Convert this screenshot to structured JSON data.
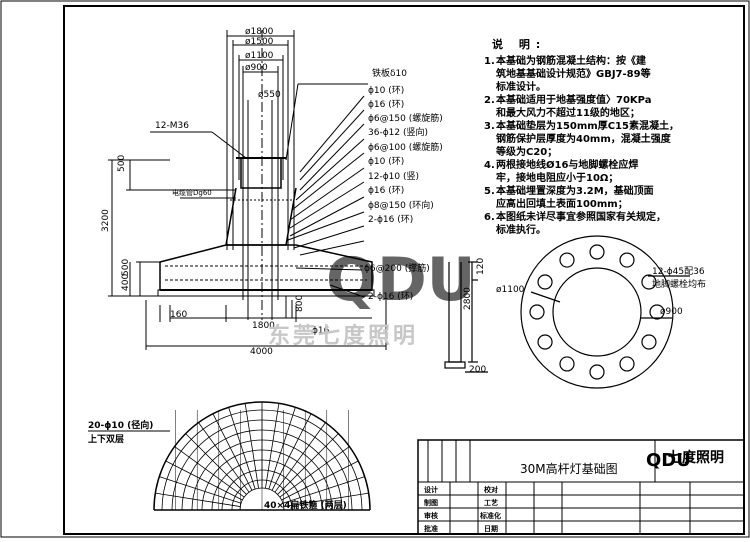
{
  "notes": {
    "title": "说 明:",
    "items": [
      {
        "num": "1.",
        "lines": [
          "本基础为钢筋混凝土结构：按《建",
          "筑地基基础设计规范》GBJ7-89等",
          "标准设计。"
        ]
      },
      {
        "num": "2.",
        "lines": [
          "本基础适用于地基强度值〉70KPa",
          "和最大风力不超过11级的地区；"
        ]
      },
      {
        "num": "3.",
        "lines": [
          "本基础垫层为150mm厚C15素混凝土，",
          "钢筋保护层厚度为40mm，混凝土强度",
          "等级为C20；"
        ]
      },
      {
        "num": "4.",
        "lines": [
          "两根接地线Ø16与地脚螺栓应焊",
          "牢，接地电阻应小于10Ω；"
        ]
      },
      {
        "num": "5.",
        "lines": [
          "本基础埋置深度为3.2M，基础顶面",
          "应高出回填土表面100mm；"
        ]
      },
      {
        "num": "6.",
        "lines": [
          "本图纸未详尽事宜参照国家有关规定，",
          "标准执行。"
        ]
      }
    ]
  },
  "section": {
    "top_dims": [
      "ø1800",
      "ø1500",
      "ø1100",
      "ø900"
    ],
    "d550": "ø550",
    "plate": "铁板δ10",
    "rebar": [
      "ϕ10 (环)",
      "ϕ16 (环)",
      "ϕ6@150 (螺旋筋)",
      "36-ϕ12 (竖向)",
      "ϕ6@100 (螺旋筋)",
      "ϕ10 (环)",
      "12-ϕ10 (竖)",
      "ϕ16 (环)",
      "ϕ8@150 (环向)",
      "2-ϕ16 (环)"
    ],
    "rebar_bottom": [
      "ϕ6@200 (撑筋)",
      "2-ϕ16 (环)"
    ],
    "bolt": "12-M36",
    "pipe": "电缆管Dg60",
    "dim_500": "500",
    "dim_3200": "3200",
    "dim_400": "400",
    "dim_500b": "500",
    "dim_160": "160",
    "dim_1800": "1800",
    "dim_4000": "4000",
    "dim_800": "800",
    "phi16": "ϕ16"
  },
  "side": {
    "dim_120": "120",
    "dim_2800": "2800",
    "dim_200": "200"
  },
  "plan": {
    "d1100": "ø1100",
    "d900": "ø900",
    "bolts": "12-ϕ45配36",
    "bolts2": "地脚螺栓均布"
  },
  "half_plan": {
    "rebar": "20-ϕ10 (径向)",
    "rebar2": "上下双层",
    "plate": "40×4扁铁箍 (两层)"
  },
  "title_block": {
    "drawing_title": "30M高杆灯基础图",
    "brand": "七度照明",
    "logo": "QDU",
    "rows": [
      "设计",
      "制图",
      "审核",
      "批准"
    ],
    "rows2": [
      "校对",
      "工艺",
      "标准化",
      "日期"
    ]
  },
  "watermark": {
    "mark": "QDU",
    "text": "东莞七度照明"
  }
}
